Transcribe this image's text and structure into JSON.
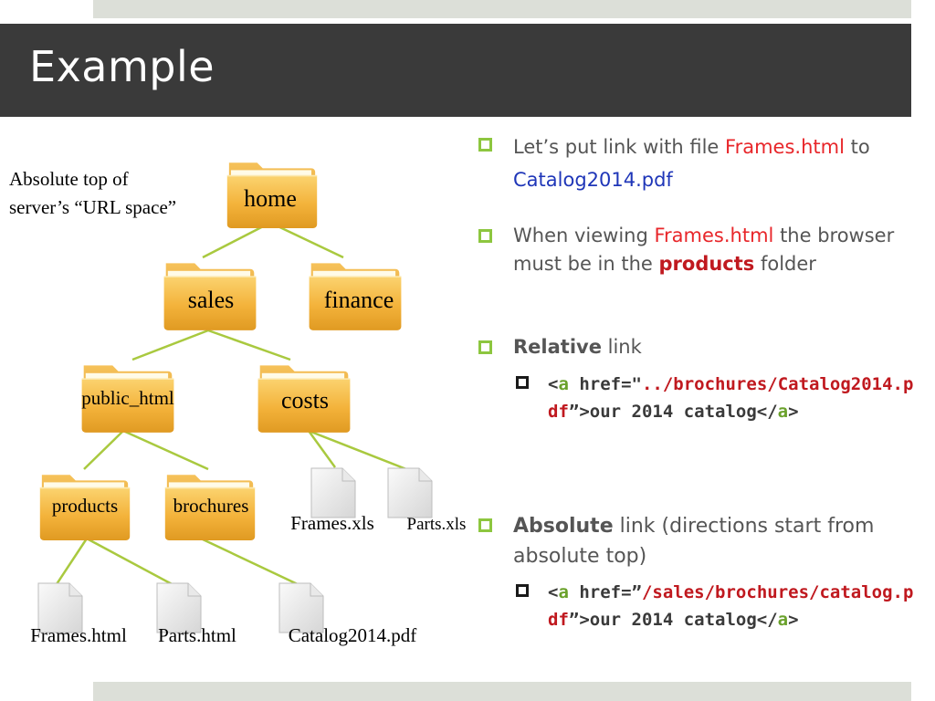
{
  "slide": {
    "title": "Example"
  },
  "diagram": {
    "annotation_line1": "Absolute top of",
    "annotation_line2": "server’s “URL space”",
    "folders": {
      "home": "home",
      "sales": "sales",
      "finance": "finance",
      "public_html": "public_html",
      "costs": "costs",
      "products": "products",
      "brochures": "brochures"
    },
    "files": {
      "frames_xls": "Frames.xls",
      "parts_xls": "Parts.xls",
      "frames_html": "Frames.html",
      "parts_html": "Parts.html",
      "catalog_pdf": "Catalog2014.pdf"
    },
    "colors": {
      "folder": "#f2b53c",
      "line": "#a9c93f"
    }
  },
  "bullets": {
    "b1_pre": "Let’s put link with file ",
    "b1_file": "Frames.html",
    "b1_post": " to",
    "b1_target": "Catalog2014.pdf",
    "b2_pre": "When viewing ",
    "b2_file": "Frames.html",
    "b2_mid": " the browser must be in the ",
    "b2_folder": "products",
    "b2_post": " folder",
    "b3_bold": "Relative",
    "b3_rest": " link",
    "b3_code_lt": "<",
    "b3_code_a": "a",
    "b3_code_href": " href=\"",
    "b3_code_path": "../brochures/Catalog2014.pdf",
    "b3_code_close": "”>our 2014 catalog</",
    "b3_code_a2": "a",
    "b3_code_gt": ">",
    "b4_bold": "Absolute",
    "b4_rest": " link (directions start from absolute top)",
    "b4_code_lt": "<",
    "b4_code_a": "a",
    "b4_code_href": " href=”",
    "b4_code_path": "/sales/brochures/catalog.pdf",
    "b4_code_close": "”>our 2014 catalog</",
    "b4_code_a2": "a",
    "b4_code_gt": ">"
  }
}
